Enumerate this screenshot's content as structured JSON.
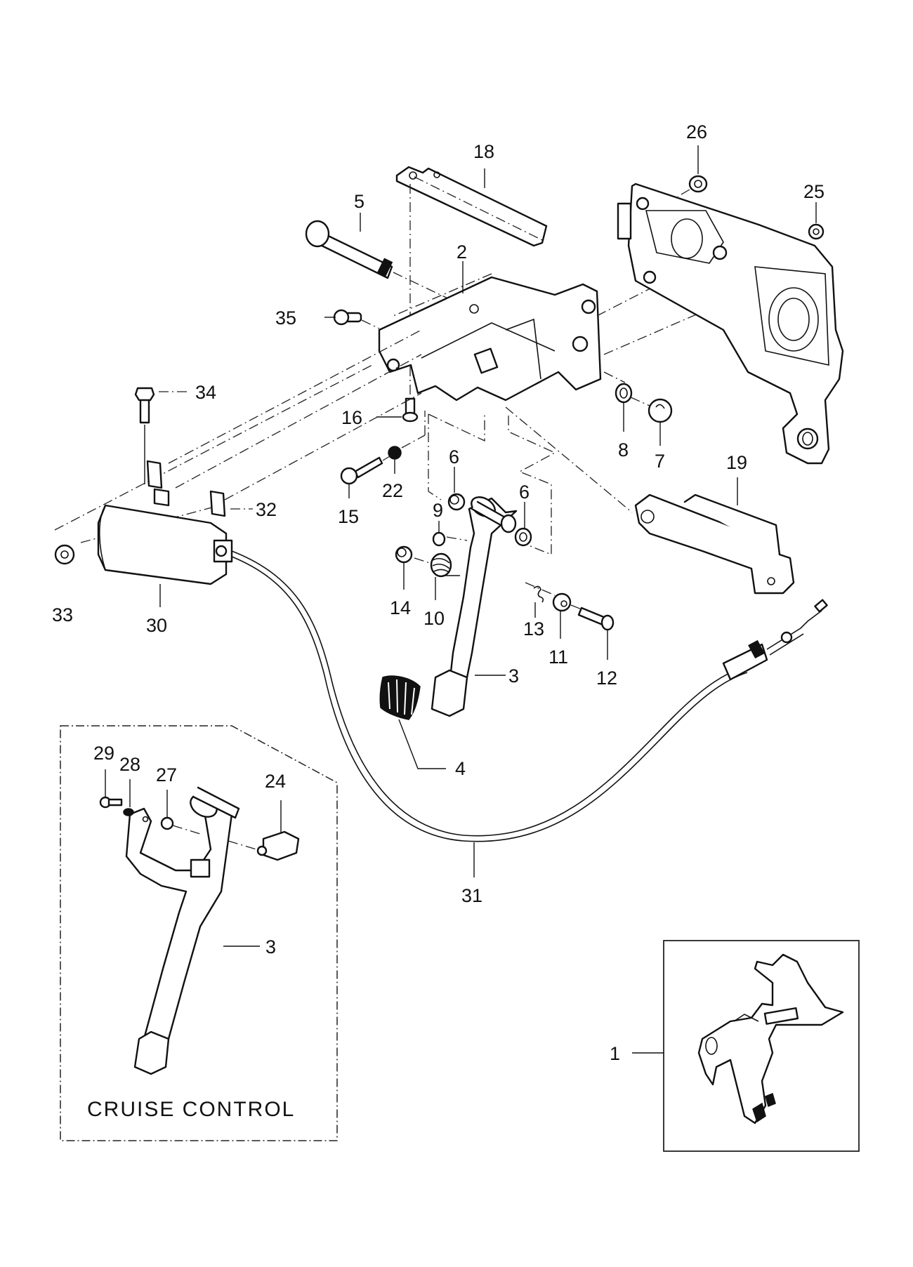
{
  "diagram": {
    "type": "exploded parts diagram",
    "subject": "Brake/accelerator pedal assembly",
    "inset_cruise_control": {
      "caption": "CRUISE CONTROL"
    },
    "callouts": {
      "c1": "1",
      "c2": "2",
      "c3": "3",
      "c3b": "3",
      "c4": "4",
      "c5": "5",
      "c6a": "6",
      "c6b": "6",
      "c7": "7",
      "c8": "8",
      "c9": "9",
      "c10": "10",
      "c11": "11",
      "c12": "12",
      "c13": "13",
      "c14": "14",
      "c15": "15",
      "c16": "16",
      "c18": "18",
      "c19": "19",
      "c22": "22",
      "c24": "24",
      "c25": "25",
      "c26": "26",
      "c27": "27",
      "c28": "28",
      "c29": "29",
      "c30": "30",
      "c31": "31",
      "c32": "32",
      "c33": "33",
      "c34": "34",
      "c35": "35"
    }
  }
}
